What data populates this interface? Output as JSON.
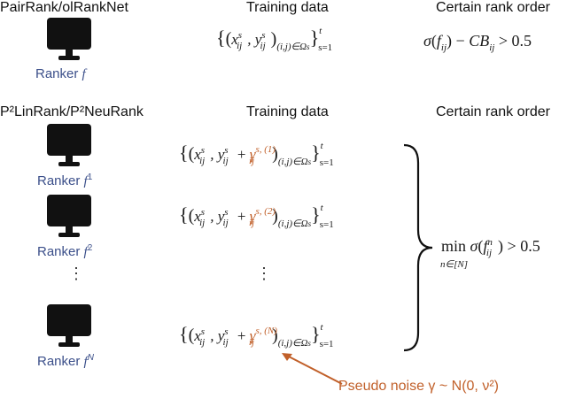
{
  "top_section": {
    "method": "PairRank/olRankNet",
    "training_header": "Training data",
    "order_header": "Certain rank order",
    "ranker_label": "Ranker",
    "ranker_symbol": "f",
    "data_formula": "{(x_ij^s, y_ij^s)_(i,j)∈Ω_s}_{s=1}^t",
    "order_formula": "σ(f_ij) − CB_ij > 0.5"
  },
  "bottom_section": {
    "method": "P²LinRank/P²NeuRank",
    "training_header": "Training data",
    "order_header": "Certain rank order",
    "rankers": [
      {
        "label": "Ranker",
        "symbol": "f",
        "sup": "1",
        "noise_sup": "s, (1)"
      },
      {
        "label": "Ranker",
        "symbol": "f",
        "sup": "2",
        "noise_sup": "s, (2)"
      },
      {
        "label": "Ranker",
        "symbol": "f",
        "sup": "N",
        "noise_sup": "s, (N)"
      }
    ],
    "vertical_ellipsis": "⋮",
    "order_formula": "min_{n∈[N]} σ(f_ij^n) > 0.5",
    "noise_note": "Pseudo noise γ ~ N(0, ν²)"
  },
  "colors": {
    "ranker_text": "#3b4f8a",
    "noise": "#c1602a",
    "monitor": "#111111"
  },
  "icons": [
    "monitor-icon",
    "arrow-icon",
    "brace-icon"
  ]
}
